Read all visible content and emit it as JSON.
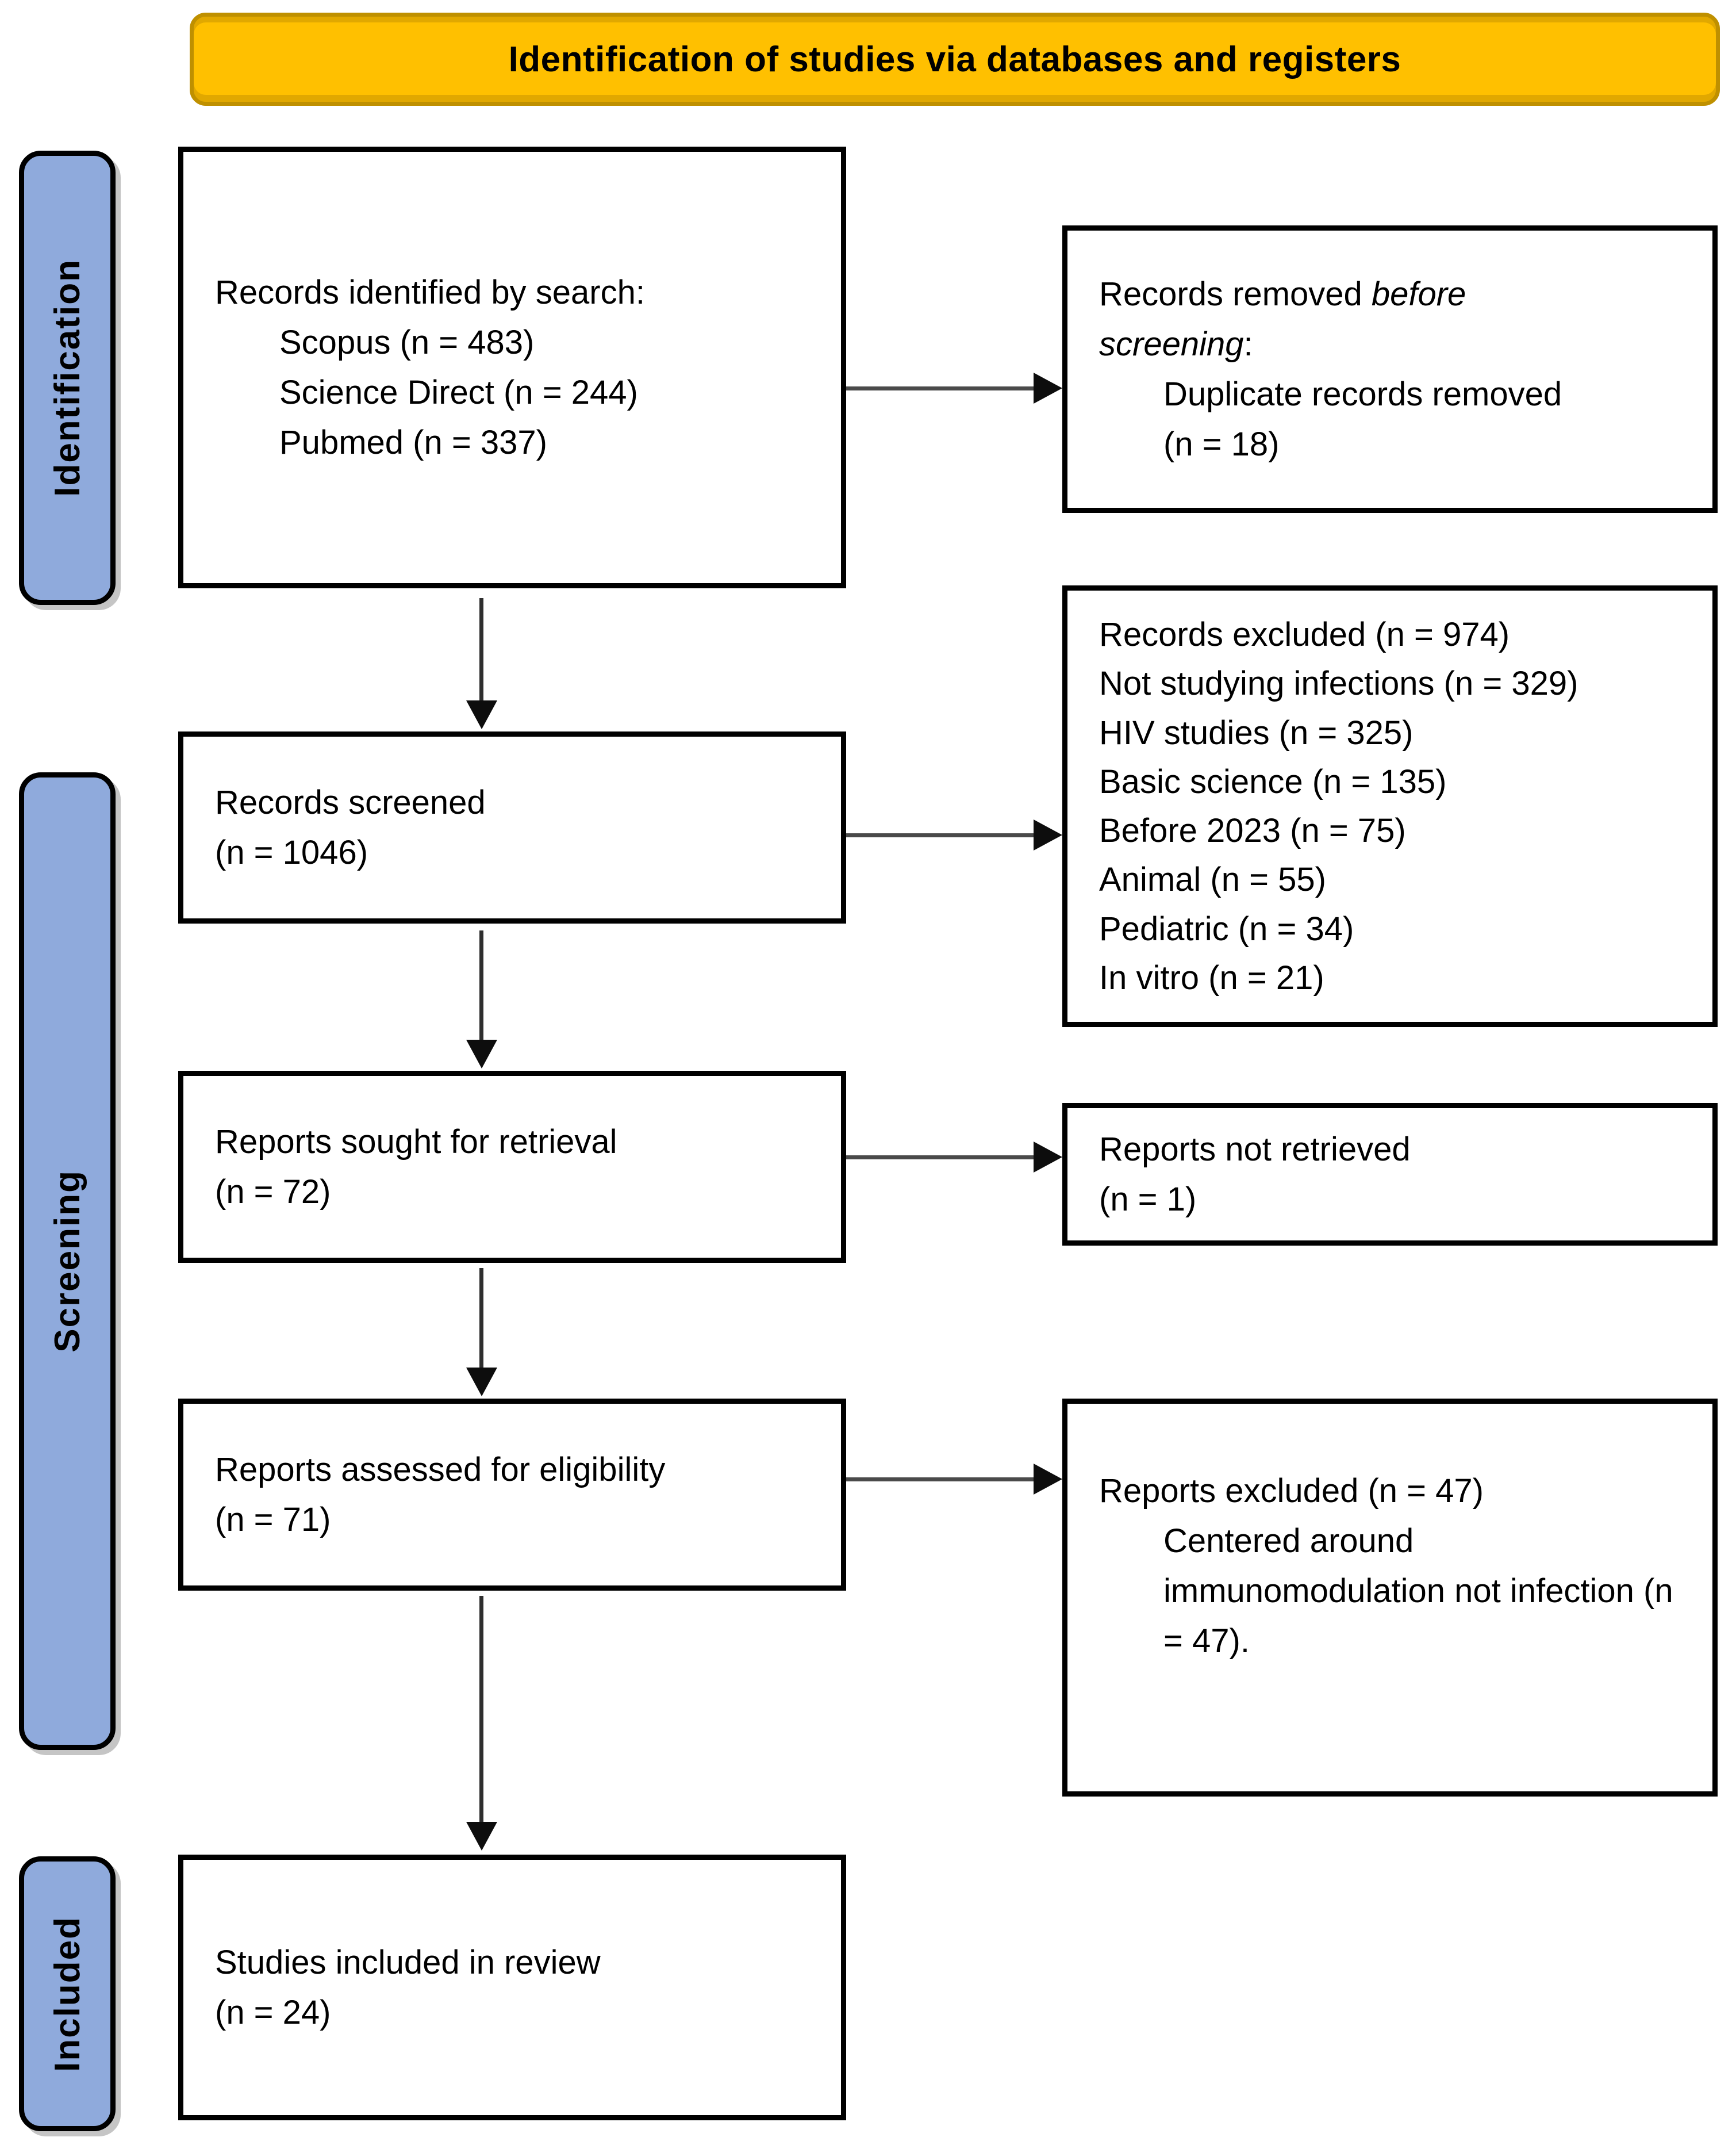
{
  "title": "Identification of studies via databases and registers",
  "stages": {
    "identification": "Identification",
    "screening": "Screening",
    "included": "Included"
  },
  "boxes": {
    "records_identified": {
      "heading": "Records identified by search:",
      "items": [
        "Scopus (n = 483)",
        "Science Direct (n = 244)",
        "Pubmed (n = 337)"
      ]
    },
    "records_removed": {
      "line1_normal": "Records removed ",
      "line1_italic": "before",
      "line2_italic": "screening",
      "line2_normal": ":",
      "items": [
        "Duplicate records removed",
        "(n = 18)"
      ]
    },
    "records_screened": {
      "lines": [
        "Records screened",
        "(n = 1046)"
      ]
    },
    "records_excluded": {
      "lines": [
        "Records excluded (n = 974)",
        "Not studying infections (n = 329)",
        "HIV studies (n = 325)",
        "Basic science (n = 135)",
        "Before 2023 (n = 75)",
        "Animal (n = 55)",
        "Pediatric (n = 34)",
        "In vitro (n = 21)"
      ]
    },
    "reports_sought": {
      "lines": [
        "Reports sought for retrieval",
        "(n = 72)"
      ]
    },
    "reports_not_retrieved": {
      "lines": [
        "Reports not retrieved",
        "(n = 1)"
      ]
    },
    "reports_assessed": {
      "lines": [
        "Reports assessed for eligibility",
        "(n = 71)"
      ]
    },
    "reports_excluded": {
      "heading": "Reports excluded (n = 47)",
      "detail": "Centered around immunomodulation not infection (n = 47)."
    },
    "studies_included": {
      "lines": [
        "Studies included in review",
        "(n = 24)"
      ]
    }
  },
  "colors": {
    "banner_fill": "#FFC000",
    "banner_border": "#BF9000",
    "stage_fill": "#8FAADC",
    "box_border": "#000000",
    "arrow": "#0d0d0d"
  }
}
